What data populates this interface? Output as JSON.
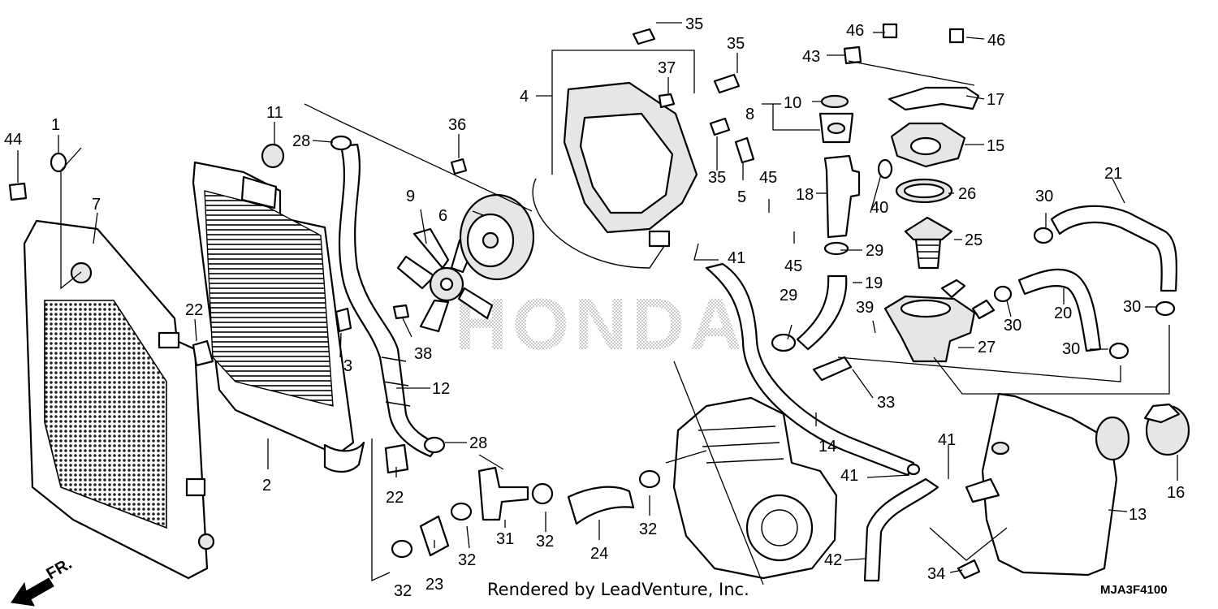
{
  "diagram": {
    "watermark": "HONDA",
    "credit": "Rendered by LeadVenture, Inc.",
    "figure_code": "MJA3F4100",
    "direction_label": "FR.",
    "callouts": [
      {
        "n": "1"
      },
      {
        "n": "2"
      },
      {
        "n": "3"
      },
      {
        "n": "4"
      },
      {
        "n": "5"
      },
      {
        "n": "6"
      },
      {
        "n": "7"
      },
      {
        "n": "8"
      },
      {
        "n": "9"
      },
      {
        "n": "10"
      },
      {
        "n": "11"
      },
      {
        "n": "12"
      },
      {
        "n": "13"
      },
      {
        "n": "14"
      },
      {
        "n": "15"
      },
      {
        "n": "16"
      },
      {
        "n": "17"
      },
      {
        "n": "18"
      },
      {
        "n": "19"
      },
      {
        "n": "20"
      },
      {
        "n": "21"
      },
      {
        "n": "22"
      },
      {
        "n": "22"
      },
      {
        "n": "23"
      },
      {
        "n": "24"
      },
      {
        "n": "25"
      },
      {
        "n": "26"
      },
      {
        "n": "27"
      },
      {
        "n": "28"
      },
      {
        "n": "28"
      },
      {
        "n": "29"
      },
      {
        "n": "29"
      },
      {
        "n": "30"
      },
      {
        "n": "30"
      },
      {
        "n": "30"
      },
      {
        "n": "30"
      },
      {
        "n": "31"
      },
      {
        "n": "32"
      },
      {
        "n": "32"
      },
      {
        "n": "32"
      },
      {
        "n": "32"
      },
      {
        "n": "33"
      },
      {
        "n": "34"
      },
      {
        "n": "35"
      },
      {
        "n": "35"
      },
      {
        "n": "35"
      },
      {
        "n": "36"
      },
      {
        "n": "37"
      },
      {
        "n": "38"
      },
      {
        "n": "39"
      },
      {
        "n": "40"
      },
      {
        "n": "41"
      },
      {
        "n": "41"
      },
      {
        "n": "41"
      },
      {
        "n": "42"
      },
      {
        "n": "43"
      },
      {
        "n": "44"
      },
      {
        "n": "45"
      },
      {
        "n": "45"
      },
      {
        "n": "46"
      },
      {
        "n": "46"
      }
    ]
  }
}
